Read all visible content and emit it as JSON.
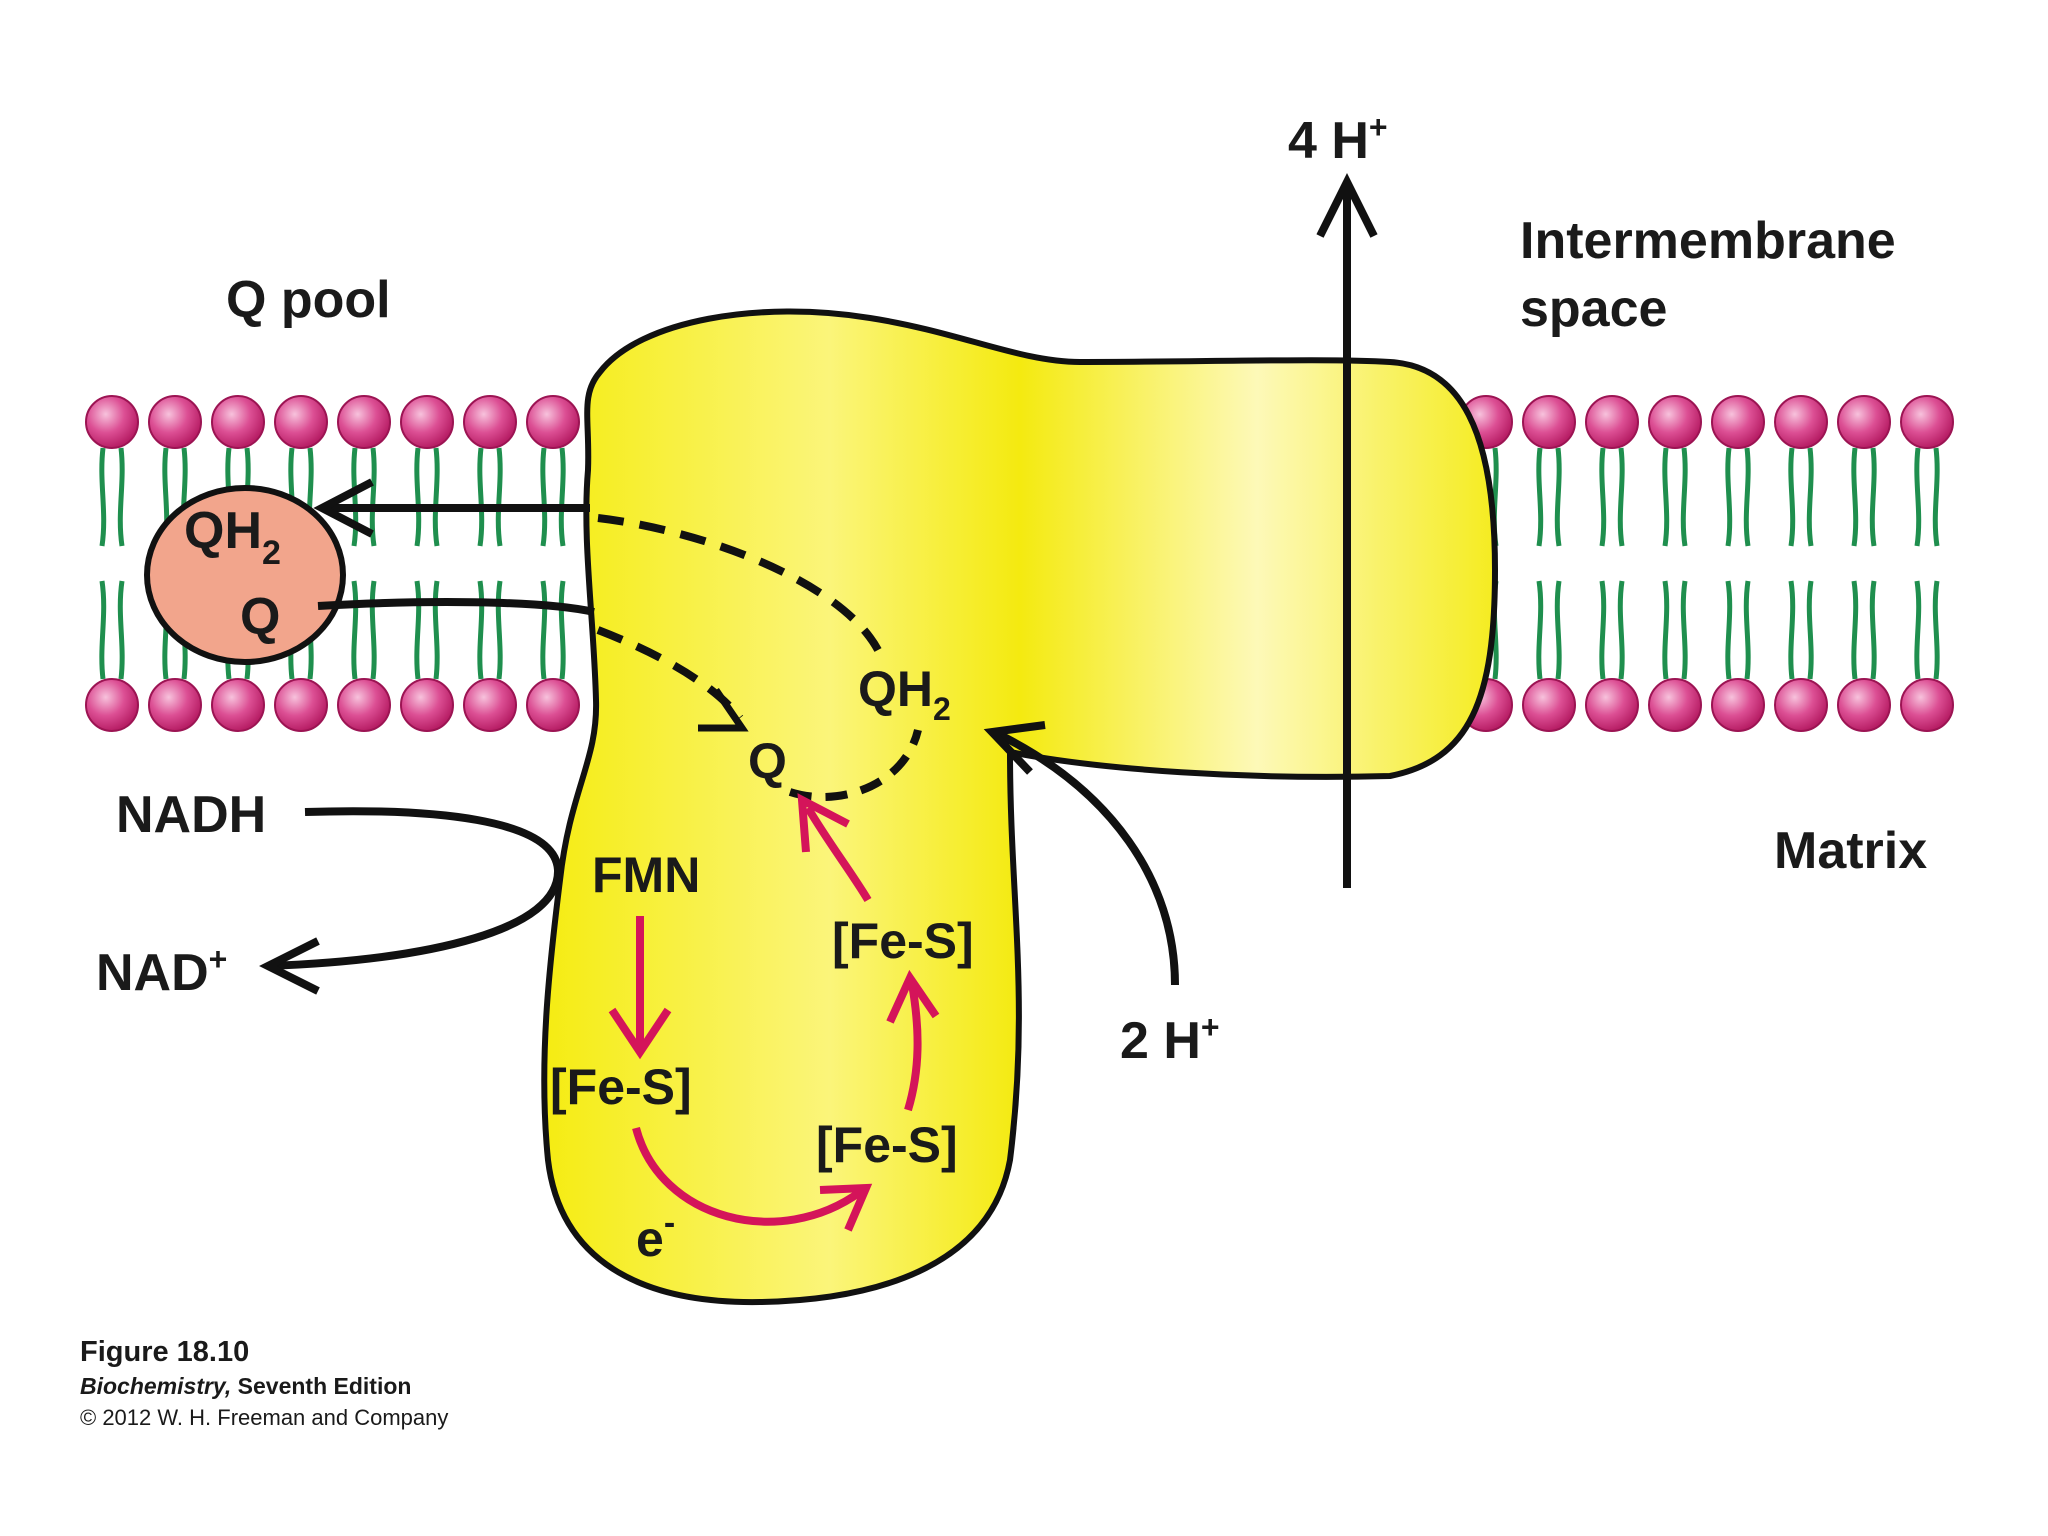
{
  "colors": {
    "protein": "#f7ef1e",
    "protein_highlight": "#fffbb0",
    "head": "#d6327f",
    "tail": "#1f8f4e",
    "q_pool": "#f2a58c",
    "electron_path": "#d4145a",
    "arrow": "#111111"
  },
  "labels": {
    "q_pool": "Q pool",
    "intermembrane_line1": "Intermembrane",
    "intermembrane_line2": "space",
    "matrix": "Matrix",
    "protons_out": "4 H",
    "protons_out_sup": "+",
    "protons_in": "2 H",
    "protons_in_sup": "+",
    "nadh": "NADH",
    "nad": "NAD",
    "nad_sup": "+",
    "pool_qh": "QH",
    "pool_qh_sub": "2",
    "pool_q": "Q",
    "site_q": "Q",
    "site_qh": "QH",
    "site_qh_sub": "2",
    "fmn": "FMN",
    "fes_1": "[Fe-S]",
    "fes_2": "[Fe-S]",
    "fes_3": "[Fe-S]",
    "electron": "e",
    "electron_sup": "-"
  },
  "caption": {
    "figure": "Figure 18.10",
    "book_title": "Biochemistry,",
    "book_edition": " Seventh Edition",
    "copyright": "© 2012 W. H. Freeman and Company"
  }
}
